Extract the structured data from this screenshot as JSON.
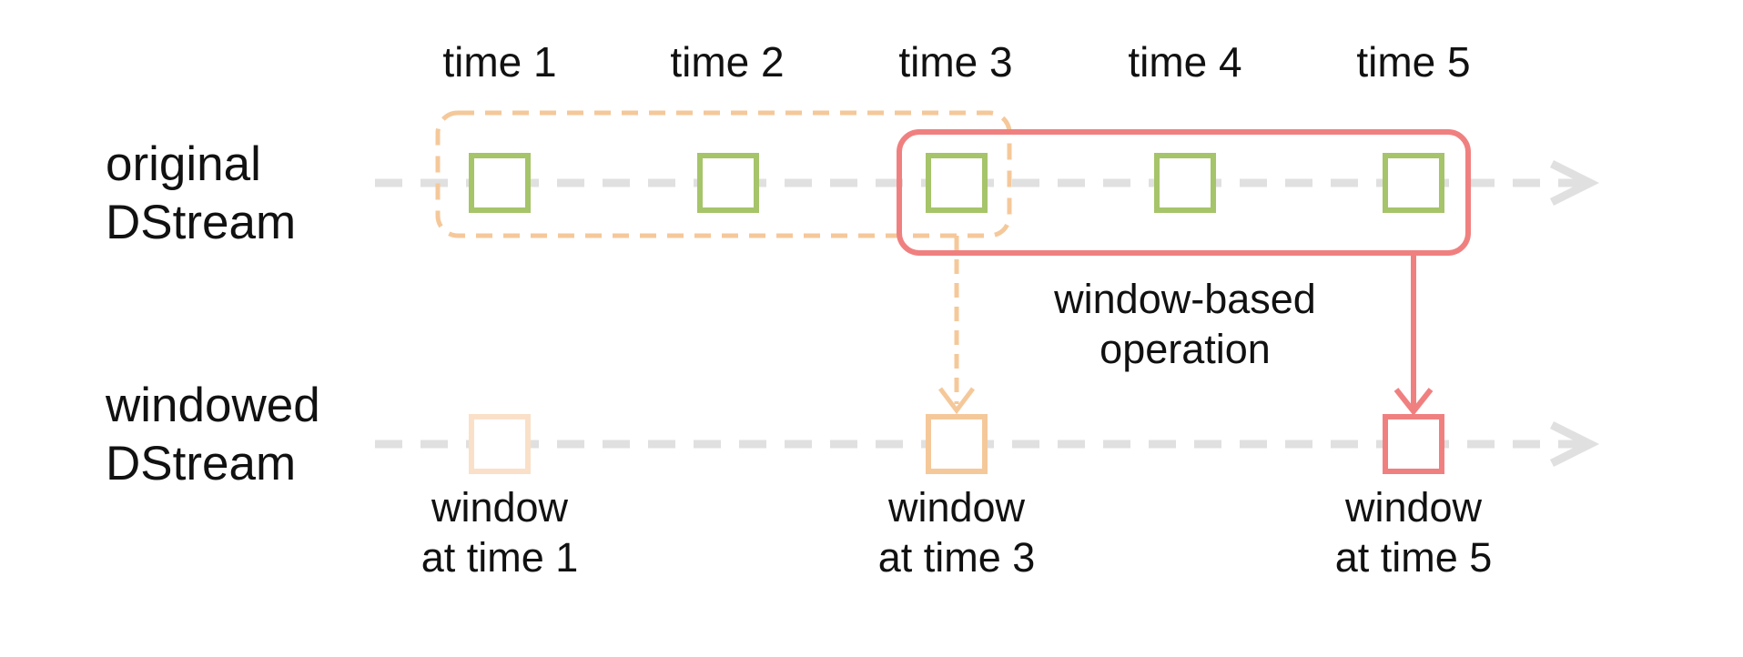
{
  "time_labels": [
    "time 1",
    "time 2",
    "time 3",
    "time 4",
    "time 5"
  ],
  "rows": {
    "original": {
      "line1": "original",
      "line2": "DStream"
    },
    "windowed": {
      "line1": "windowed",
      "line2": "DStream"
    }
  },
  "operation_label": {
    "line1": "window-based",
    "line2": "operation"
  },
  "window_captions": [
    {
      "line1": "window",
      "line2": "at time 1"
    },
    {
      "line1": "window",
      "line2": "at time 3"
    },
    {
      "line1": "window",
      "line2": "at time 5"
    }
  ],
  "colors": {
    "timeline": "#e0e0e0",
    "batch": "#a6c46a",
    "window_past": "#f5c89a",
    "window_past_faint": "#fae0c8",
    "window_current": "#f08080",
    "text": "#111111"
  }
}
